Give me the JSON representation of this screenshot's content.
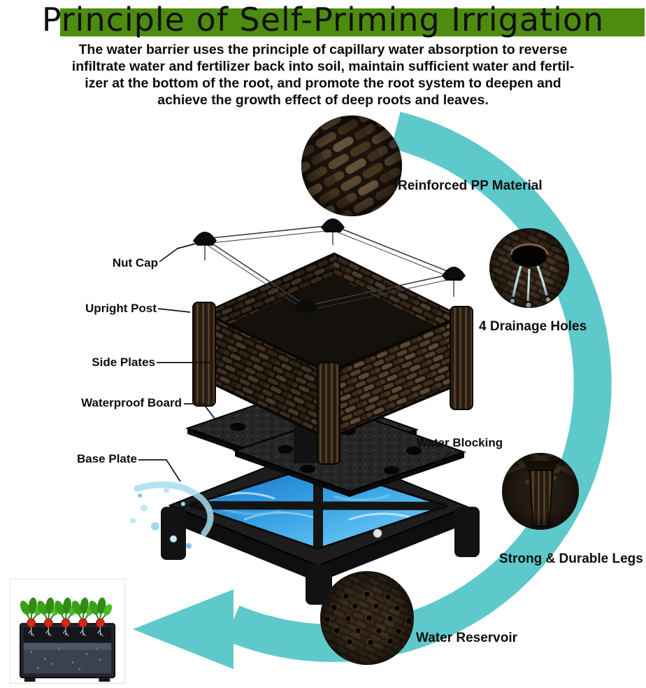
{
  "banner": {
    "title": "Principle of Self-Priming Irrigation"
  },
  "intro": {
    "text": "The water barrier uses the principle of capillary water absorption to reverse\ninfiltrate water and fertilizer back into soil, maintain sufficient water and fertil-\nizer at the bottom of the root, and promote the root system to deepen and\nachieve the growth effect of deep roots and leaves."
  },
  "part_labels": {
    "nut_cap": "Nut Cap",
    "upright_post": "Upright Post",
    "side_plates": "Side Plates",
    "waterproof_board": "Waterproof Board",
    "base_plate": "Base Plate",
    "water_blocking": "Water Blocking"
  },
  "callouts": {
    "pp_material": "Reinforced PP Material",
    "drainage": "4 Drainage Holes",
    "legs": "Strong & Durable Legs",
    "reservoir": "Water Reservoir"
  },
  "colors": {
    "banner_green": "#4e8c10",
    "arrow_teal": "#5ec9cb",
    "water_blue": "#2f9fe0",
    "wicker_brown": "#3b2c1f",
    "radish_red": "#d8261a",
    "leaf_green": "#3fae1e"
  }
}
